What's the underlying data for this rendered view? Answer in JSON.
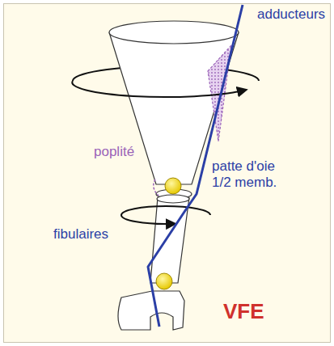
{
  "diagram": {
    "labels": [
      "adducteurs",
      "poplité",
      "patte d'oie 1/2 memb.",
      "fibulaires",
      "VFE"
    ]
  }
}
